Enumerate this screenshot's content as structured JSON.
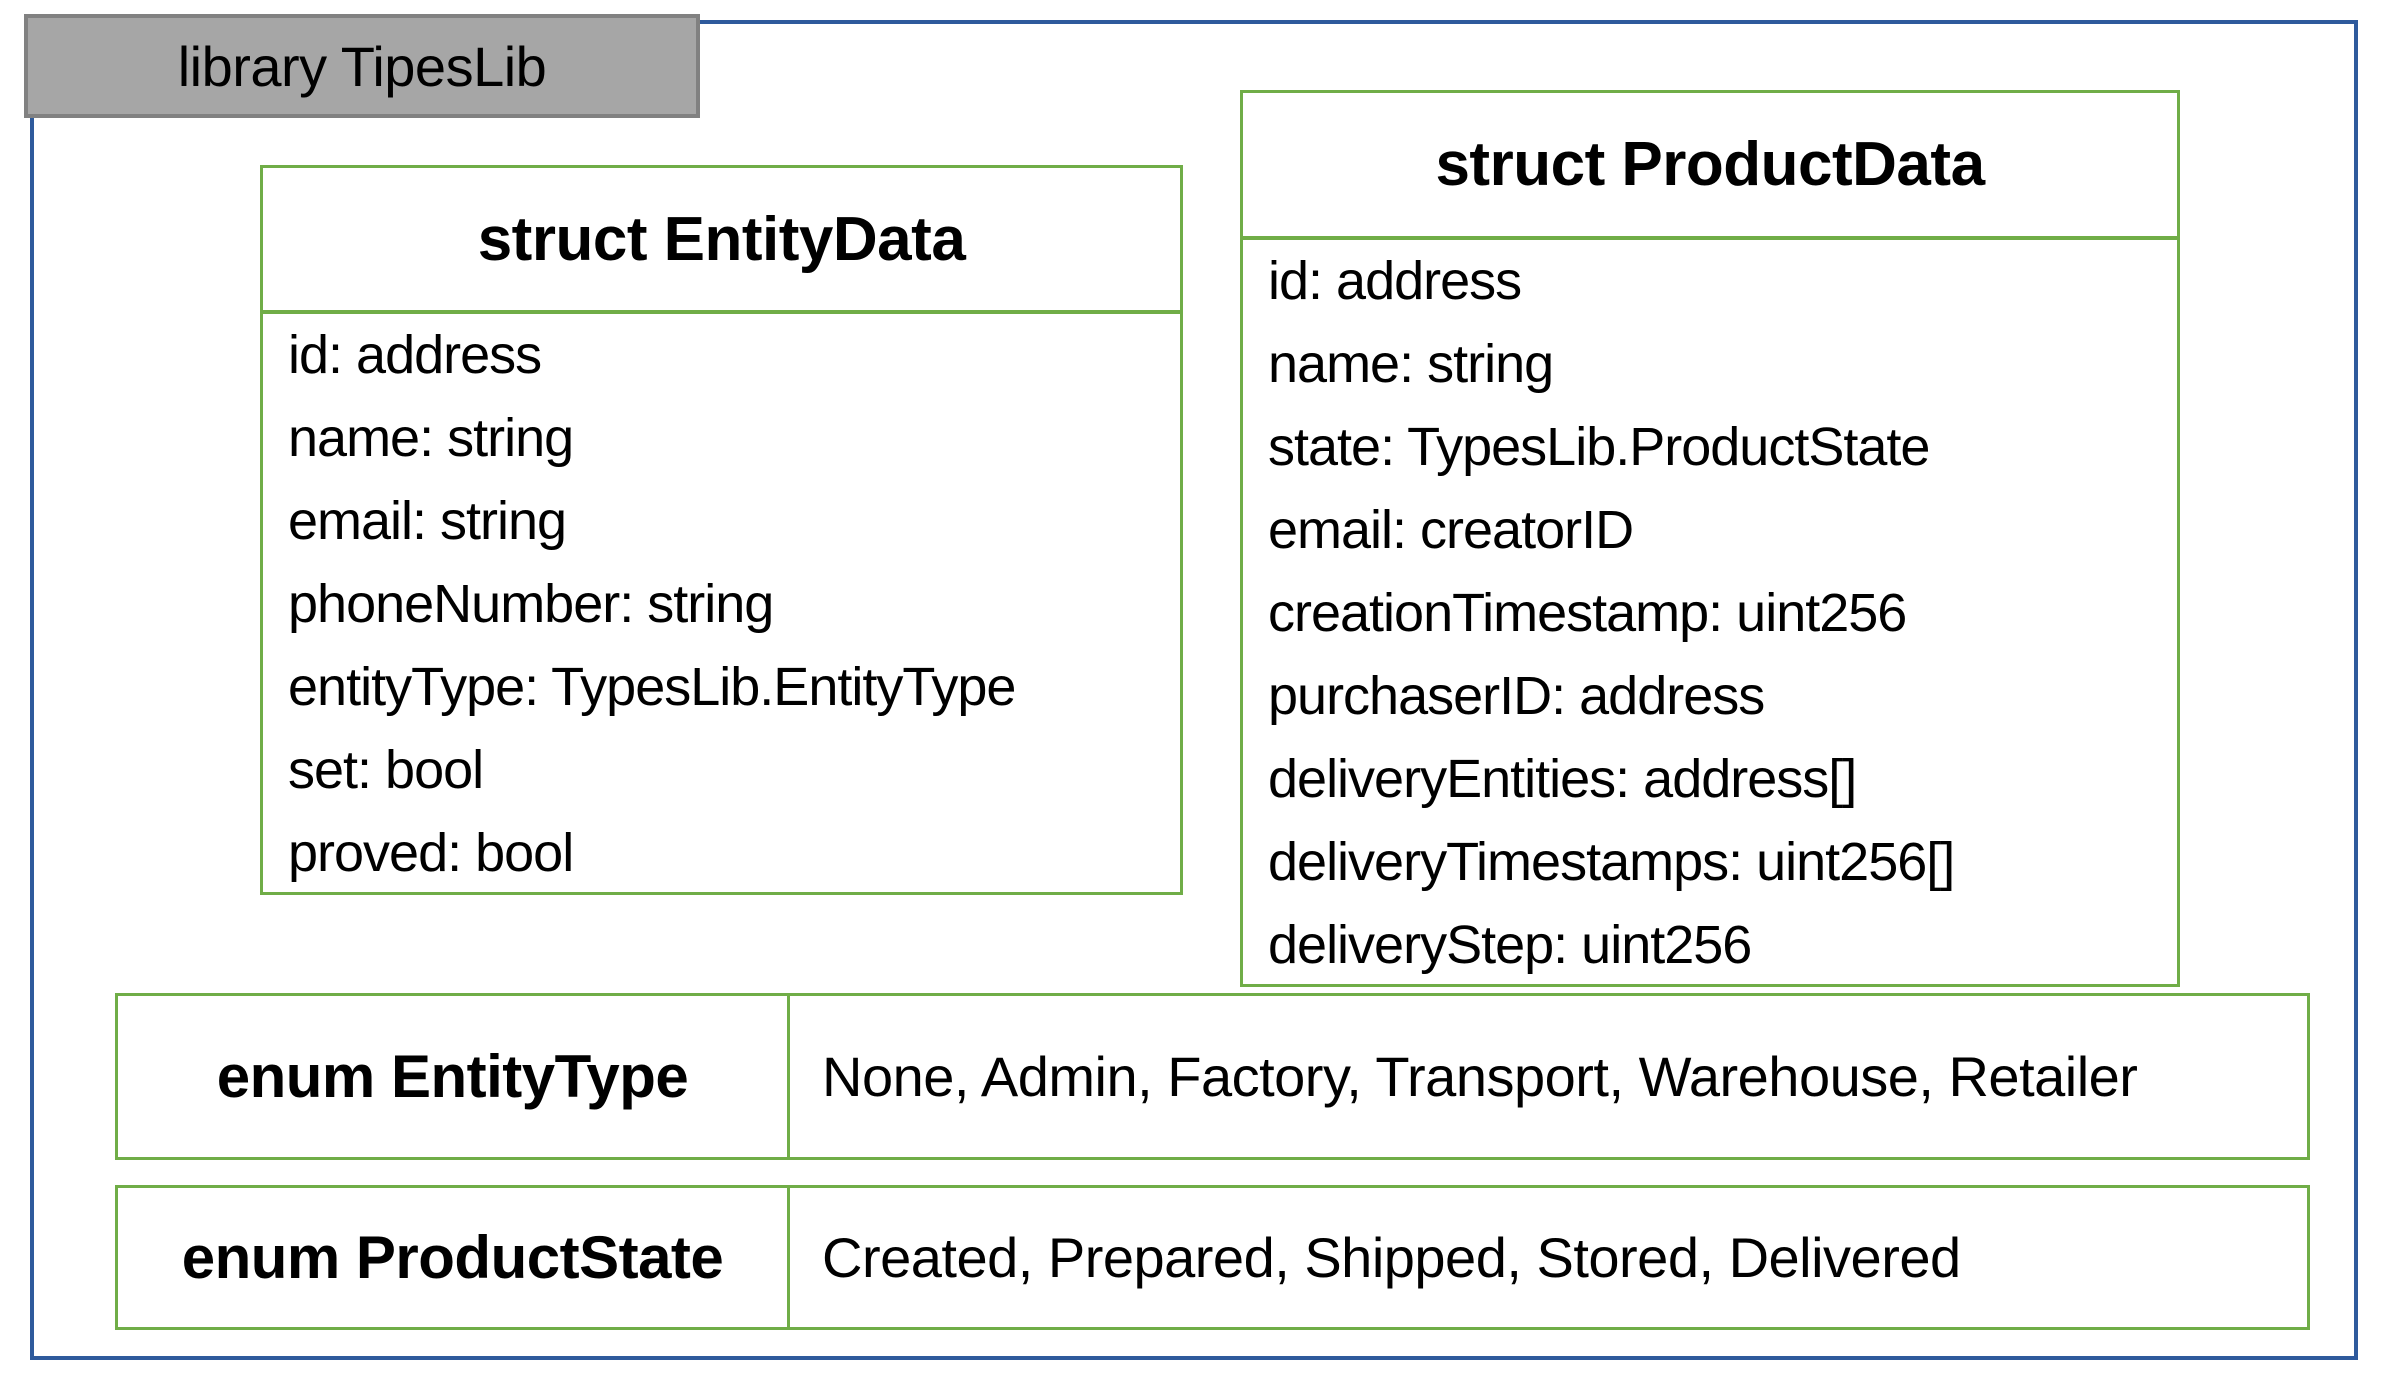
{
  "diagram": {
    "library_title": "library TipesLib",
    "structs": [
      {
        "title": "struct EntityData",
        "fields": [
          "id: address",
          "name: string",
          "email: string",
          "phoneNumber: string",
          "entityType: TypesLib.EntityType",
          "set: bool",
          "proved: bool"
        ]
      },
      {
        "title": "struct ProductData",
        "fields": [
          "id: address",
          "name: string",
          "state: TypesLib.ProductState",
          "email: creatorID",
          "creationTimestamp: uint256",
          "purchaserID: address",
          "deliveryEntities: address[]",
          "deliveryTimestamps: uint256[]",
          "deliveryStep: uint256"
        ]
      }
    ],
    "enums": [
      {
        "label": "enum EntityType",
        "values": "None, Admin, Factory, Transport, Warehouse, Retailer"
      },
      {
        "label": "enum ProductState",
        "values": "Created, Prepared, Shipped, Stored, Delivered"
      }
    ],
    "colors": {
      "accent_green": "#70AD47",
      "frame_blue": "#2E5A9C",
      "title_fill": "#A6A6A6",
      "title_border": "#818181",
      "text_black": "#000000"
    }
  }
}
